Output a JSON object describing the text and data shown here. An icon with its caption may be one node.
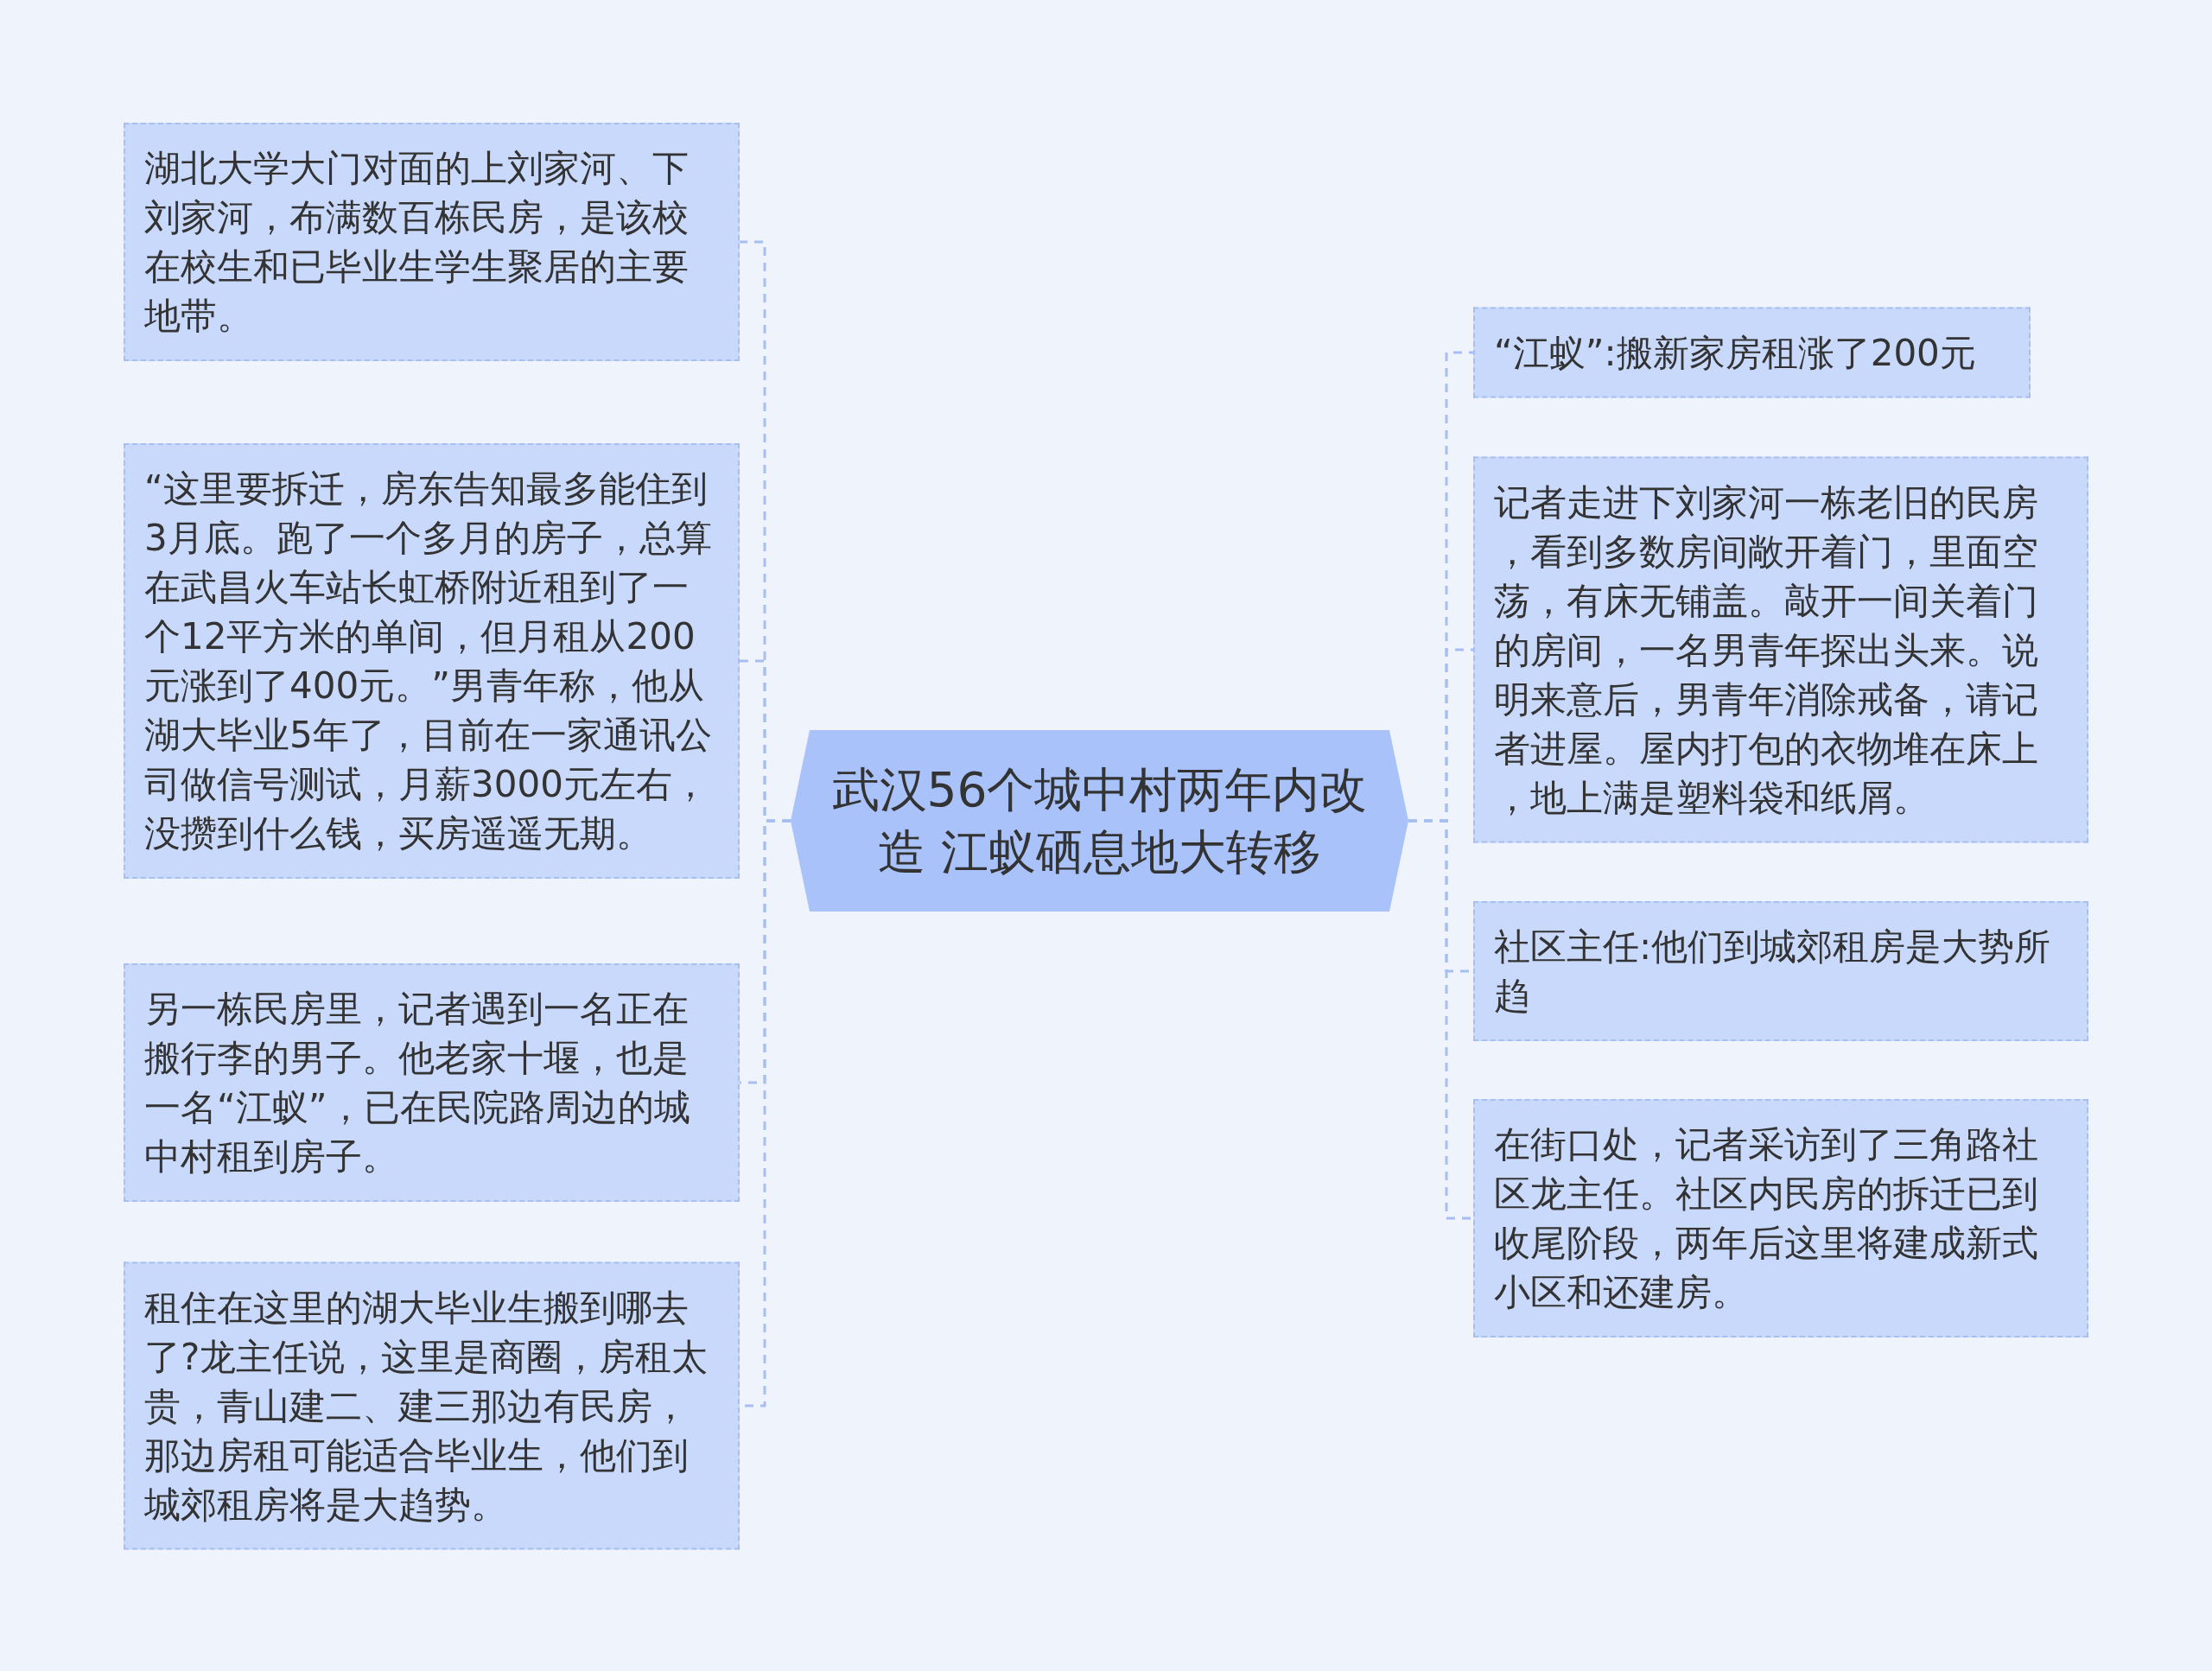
{
  "diagram": {
    "nodes": [
      {
        "text": [
          "武汉56个城中村两年内改造 江蚁硒息地大转移"
        ]
      },
      {
        "text": [
          "湖北大学大门对面的上刘家河、下刘家河，布满数百栋民房，是该校在校生和已毕业生学生聚居的主要地带。"
        ]
      },
      {
        "text": [
          "“这里要拆迁，房东告知最多能住到3月底。跑了一个多月的房子，总算在武昌火车站长虹桥附近租到了一个12平方米的单间，但月租从200元涨到了400元。”男青年称，他从湖大毕业5年了，目前在一家通讯公司做信号测试，月薪3000元左右，没攒到什么钱，买房遥遥无期。"
        ]
      },
      {
        "text": [
          "另一栋民房里，记者遇到一名正在搬行李的男子。他老家十堰，也是一名“江蚁”，已在民院路周边的城中村租到房子。"
        ]
      },
      {
        "text": [
          "租住在这里的湖大毕业生搬到哪去了?龙主任说，这里是商圈，房租太贵，青山建二、建三那边有民房，那边房租可能适合毕业生，他们到城郊租房将是大趋势。"
        ]
      },
      {
        "text": [
          "“江蚁”:搬新家房租涨了200元"
        ]
      },
      {
        "text": [
          "记者走进下刘家河一栋老旧的民房，看到多数房间敞开着门，里面空荡，有床无铺盖。敲开一间关着门的房间，一名男青年探出头来。说明来意后，男青年消除戒备，请记者进屋。屋内打包的衣物堆在床上，地上满是塑料袋和纸屑。"
        ]
      },
      {
        "text": [
          "社区主任:他们到城郊租房是大势所趋"
        ]
      },
      {
        "text": [
          "在街口处，记者采访到了三角路社区龙主任。社区内民房的拆迁已到收尾阶段，两年后这里将建成新式小区和还建房。"
        ]
      }
    ],
    "edges": [
      {
        "from": 0,
        "to": 1,
        "arrow": "none",
        "style": "dashed"
      },
      {
        "from": 0,
        "to": 2,
        "arrow": "none",
        "style": "dashed"
      },
      {
        "from": 0,
        "to": 3,
        "arrow": "none",
        "style": "dashed"
      },
      {
        "from": 0,
        "to": 4,
        "arrow": "none",
        "style": "dashed"
      },
      {
        "from": 0,
        "to": 5,
        "arrow": "none",
        "style": "dashed"
      },
      {
        "from": 0,
        "to": 6,
        "arrow": "none",
        "style": "dashed"
      },
      {
        "from": 0,
        "to": 7,
        "arrow": "none",
        "style": "dashed"
      },
      {
        "from": 0,
        "to": 8,
        "arrow": "none",
        "style": "dashed"
      }
    ]
  }
}
